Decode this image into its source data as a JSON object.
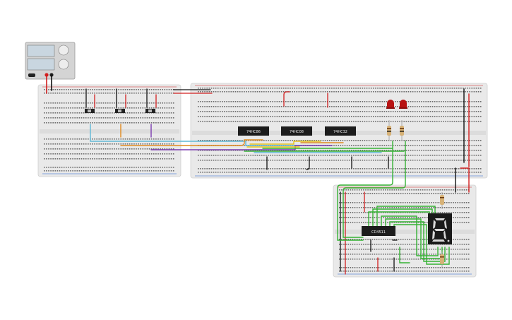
{
  "colors": {
    "wire_red": "#d21f1f",
    "wire_black": "#111111",
    "wire_blue": "#5fb8d6",
    "wire_orange": "#e08a1e",
    "wire_purple": "#7b3bb0",
    "wire_yellow": "#e7c21b",
    "wire_green": "#34b233",
    "breadboard": "#e9e9e9",
    "led_red": "#b81414",
    "chip": "#1c1c1c"
  },
  "chips": {
    "xor": "74HC86",
    "and": "74HC08",
    "or": "74HC32",
    "decoder": "CD4511"
  },
  "power_supply": {
    "icon": "power-supply-icon"
  },
  "display": {
    "digit": "8"
  }
}
